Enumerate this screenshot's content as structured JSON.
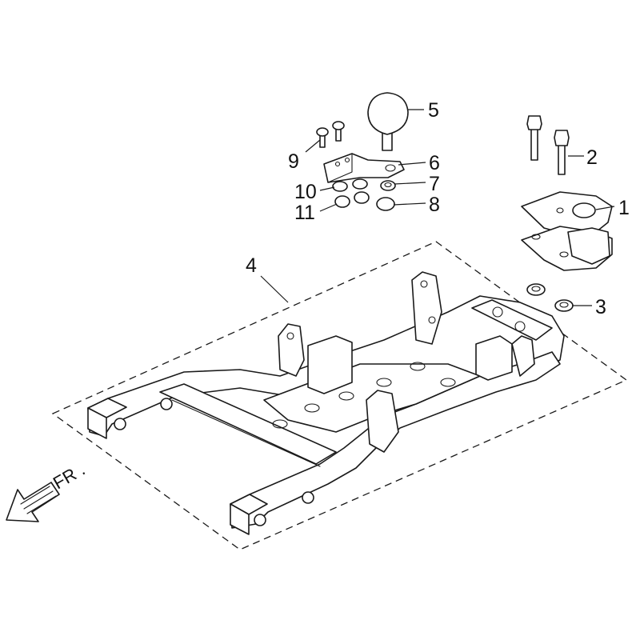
{
  "diagram": {
    "callouts": [
      {
        "id": "1",
        "label": "1"
      },
      {
        "id": "2",
        "label": "2"
      },
      {
        "id": "3",
        "label": "3"
      },
      {
        "id": "4",
        "label": "4"
      },
      {
        "id": "5",
        "label": "5"
      },
      {
        "id": "6",
        "label": "6"
      },
      {
        "id": "7",
        "label": "7"
      },
      {
        "id": "8",
        "label": "8"
      },
      {
        "id": "9",
        "label": "9"
      },
      {
        "id": "10",
        "label": "10"
      },
      {
        "id": "11",
        "label": "11"
      }
    ],
    "direction_label": "FR ."
  }
}
